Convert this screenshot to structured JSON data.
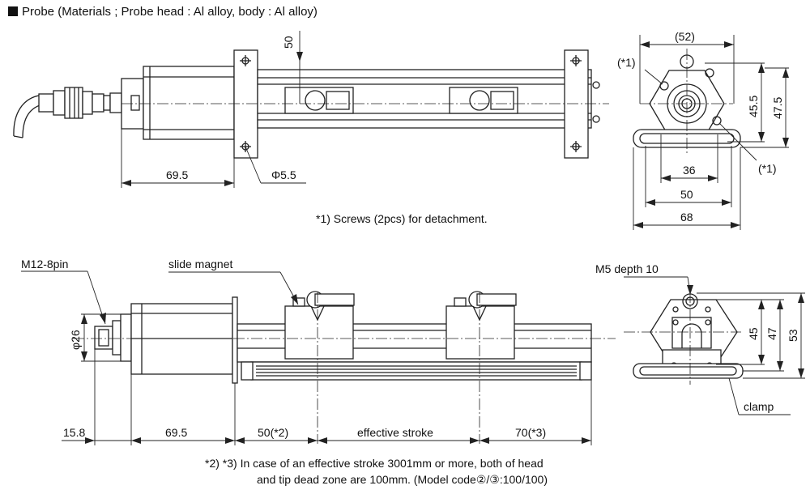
{
  "header": {
    "title": "Probe (Materials ; Probe head : Al alloy, body : Al alloy)"
  },
  "top_view": {
    "dim_50": "50",
    "dim_69_5": "69.5",
    "dim_phi": "Φ5.5"
  },
  "end_view_top": {
    "dim_52": "(52)",
    "note_star1_a": "(*1)",
    "note_star1_b": "(*1)",
    "dim_45_5": "45.5",
    "dim_47_5": "47.5",
    "dim_36": "36",
    "dim_50": "50",
    "dim_68": "68"
  },
  "note_screws": "*1) Screws (2pcs) for detachment.",
  "side_view": {
    "label_connector": "M12-8pin",
    "label_magnet": "slide magnet",
    "dim_phi26": "φ26",
    "dim_15_8": "15.8",
    "dim_69_5": "69.5",
    "dim_head_dead": "50(*2)",
    "dim_effective": "effective stroke",
    "dim_tip_dead": "70(*3)"
  },
  "end_view_bottom": {
    "label_tap": "M5 depth 10",
    "dim_45": "45",
    "dim_47": "47",
    "dim_53": "53",
    "label_clamp": "clamp"
  },
  "footnote": {
    "line1": "*2) *3) In case of an effective stroke 3001mm or more, both of head",
    "line2": "and tip dead zone are 100mm. (Model code②/③:100/100)"
  }
}
